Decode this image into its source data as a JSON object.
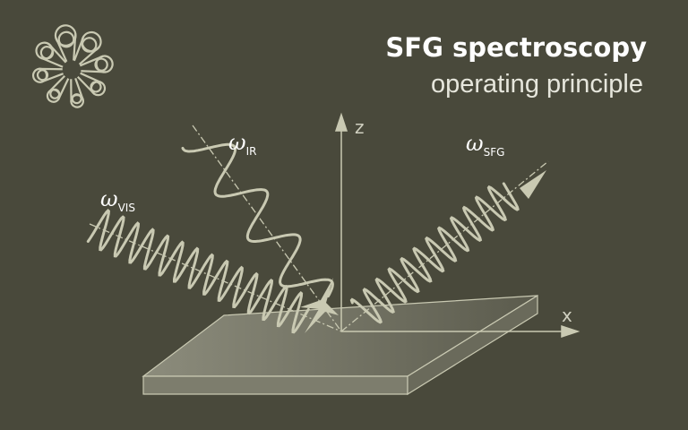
{
  "title": "SFG spectroscopy",
  "subtitle": "operating principle",
  "beams": {
    "vis": {
      "symbol": "ω",
      "sub": "VIS"
    },
    "ir": {
      "symbol": "ω",
      "sub": "IR"
    },
    "sfg": {
      "symbol": "ω",
      "sub": "SFG"
    }
  },
  "axes": {
    "z": "z",
    "x": "x"
  },
  "colors": {
    "background": "#49493b",
    "line": "#c9c9b2"
  }
}
